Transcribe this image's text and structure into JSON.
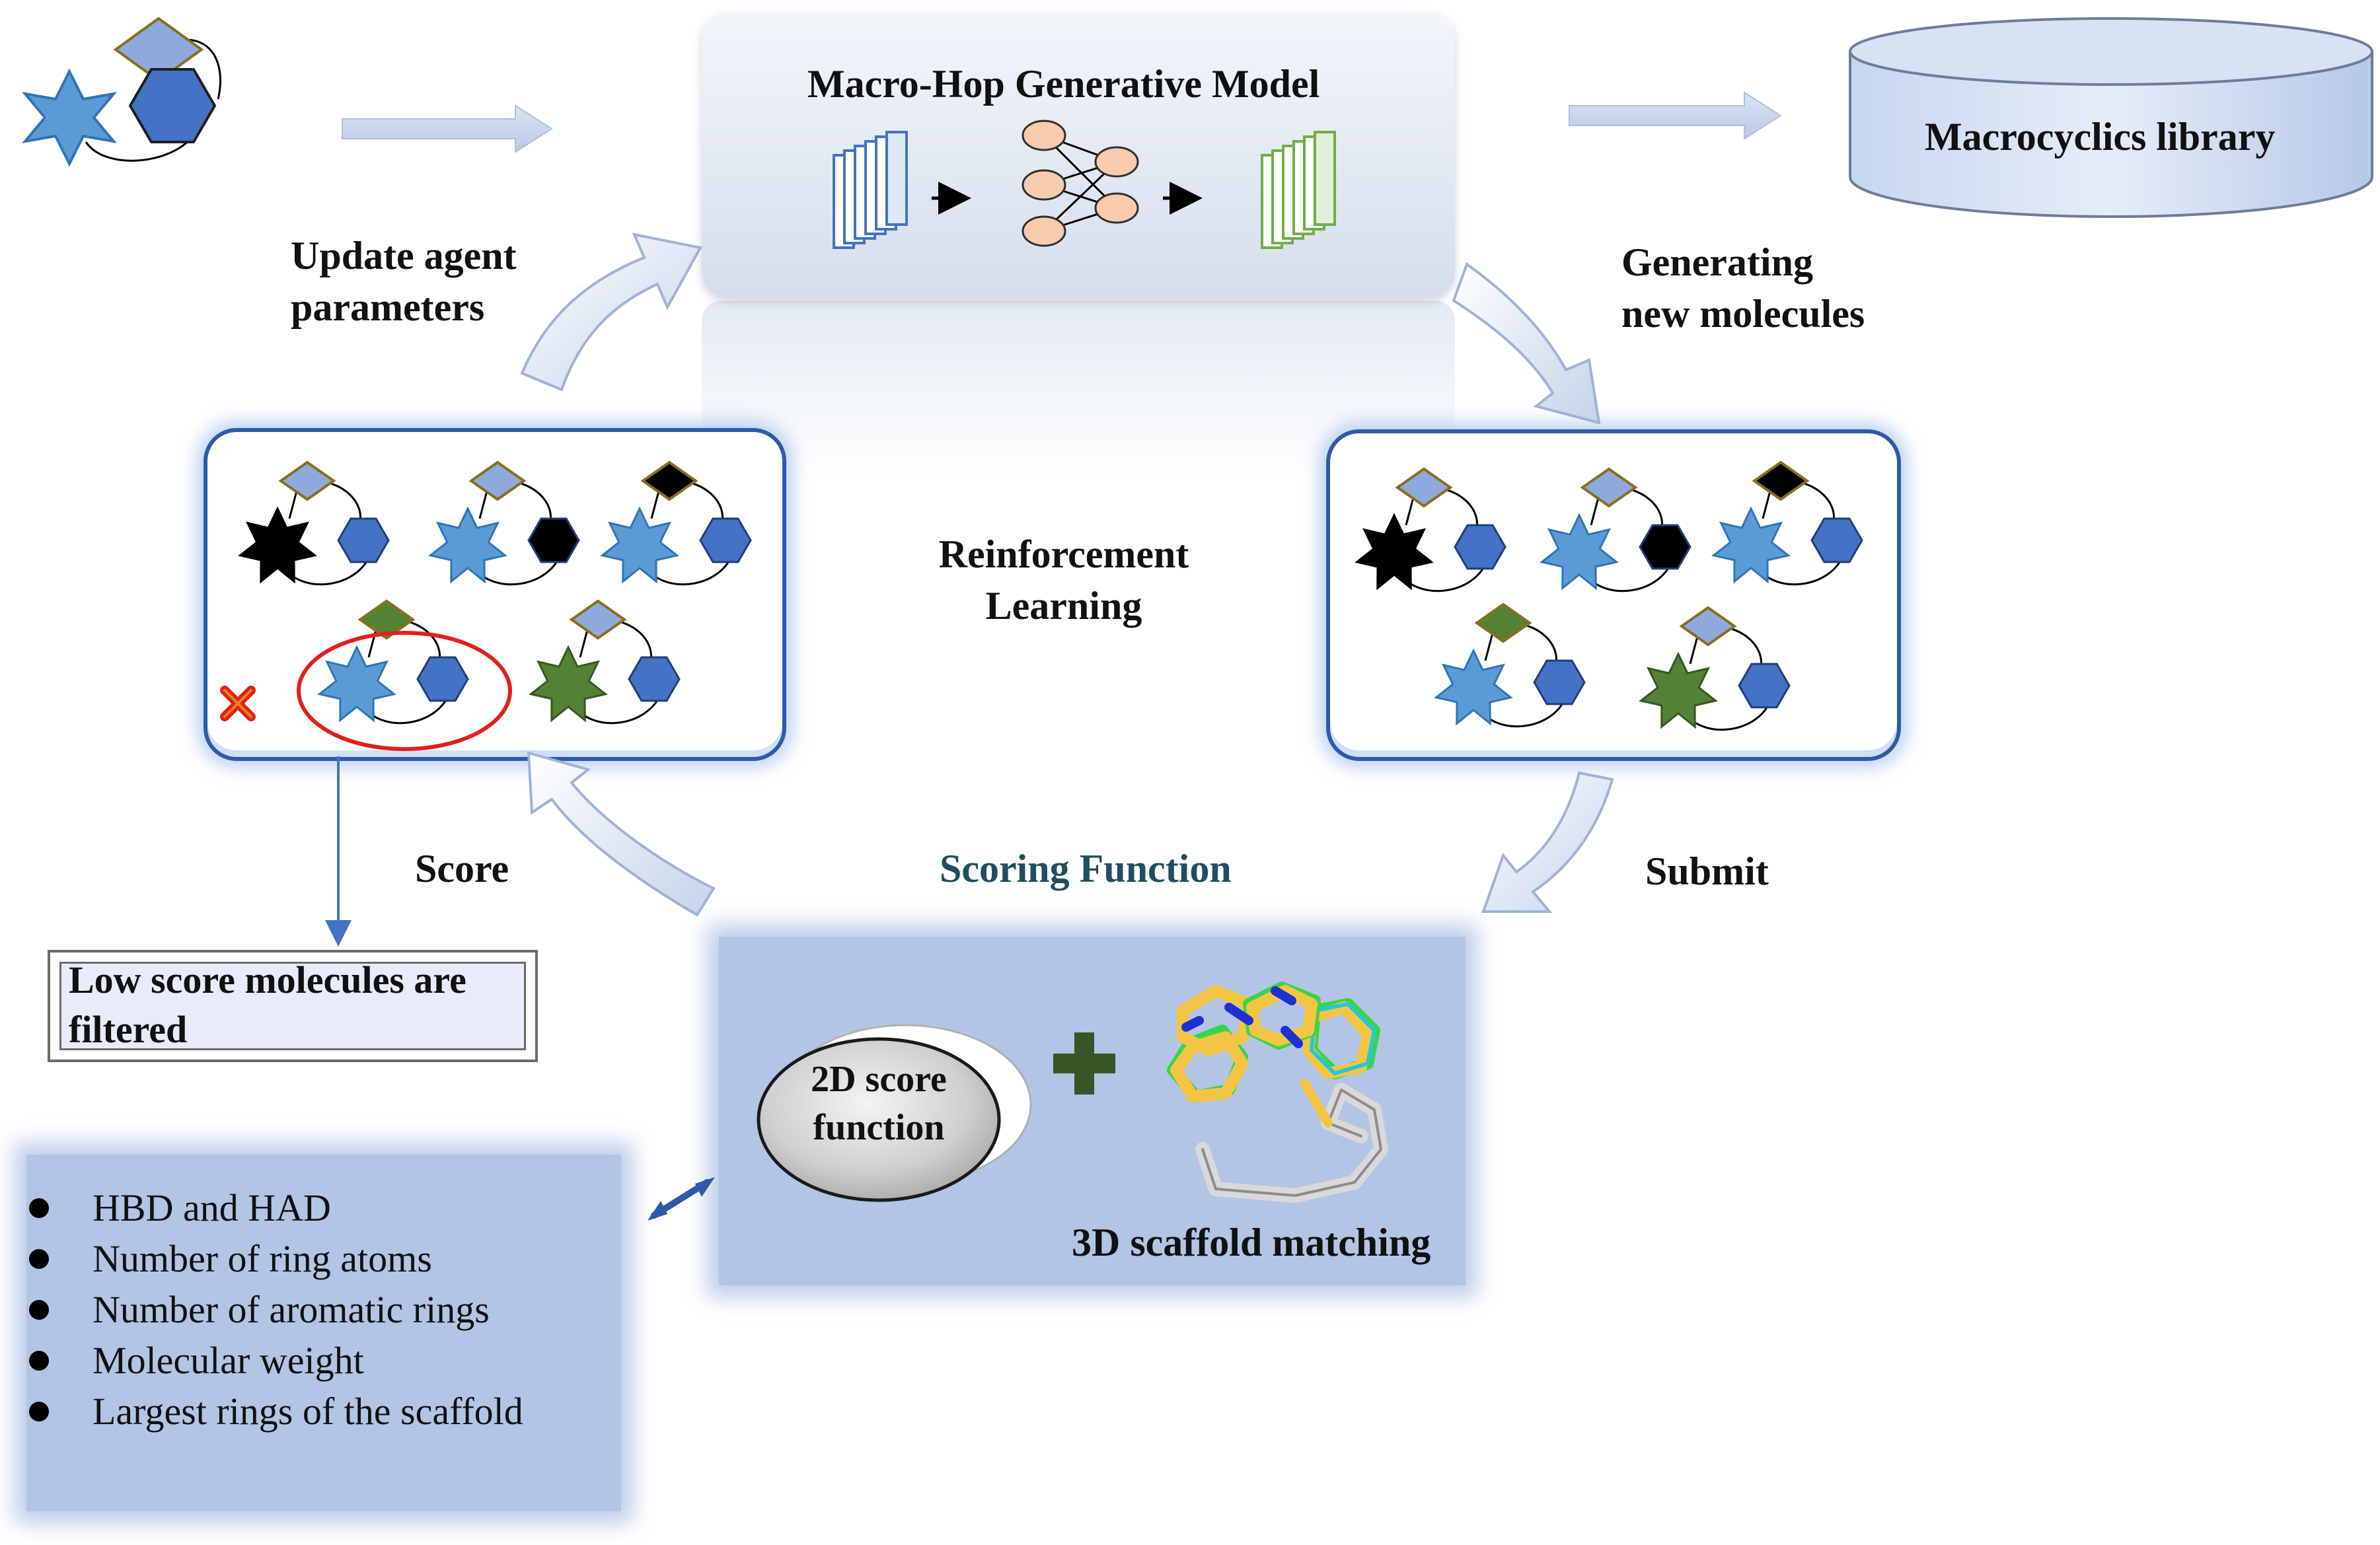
{
  "model": {
    "title": "Macro-Hop Generative Model"
  },
  "library": {
    "label": "Macrocyclics library"
  },
  "labels": {
    "update_agent": "Update agent\nparameters",
    "generating": "Generating\nnew molecules",
    "reinforcement": "Reinforcement\nLearning",
    "score": "Score",
    "scoring_function": "Scoring Function",
    "submit": "Submit",
    "filtered": "Low score molecules are\nfiltered",
    "score_2d": "2D score\nfunction",
    "scaffold_3d": "3D scaffold matching"
  },
  "criteria": [
    "HBD and HAD",
    "Number of ring atoms",
    "Number of aromatic rings",
    "Molecular weight",
    "Largest rings of the scaffold"
  ],
  "colors": {
    "panel_border": "#2e5aa8",
    "star_blue": "#5b9bd5",
    "star_green": "#538135",
    "hexagon_blue": "#4472c4",
    "diamond_light": "#8ea9db",
    "diamond_green": "#548235",
    "black": "#000000",
    "highlight_red": "#e0201b",
    "scoring_title": "#1f4e5f",
    "plus_green": "#375623",
    "score_panel": "#b2c5e5"
  }
}
